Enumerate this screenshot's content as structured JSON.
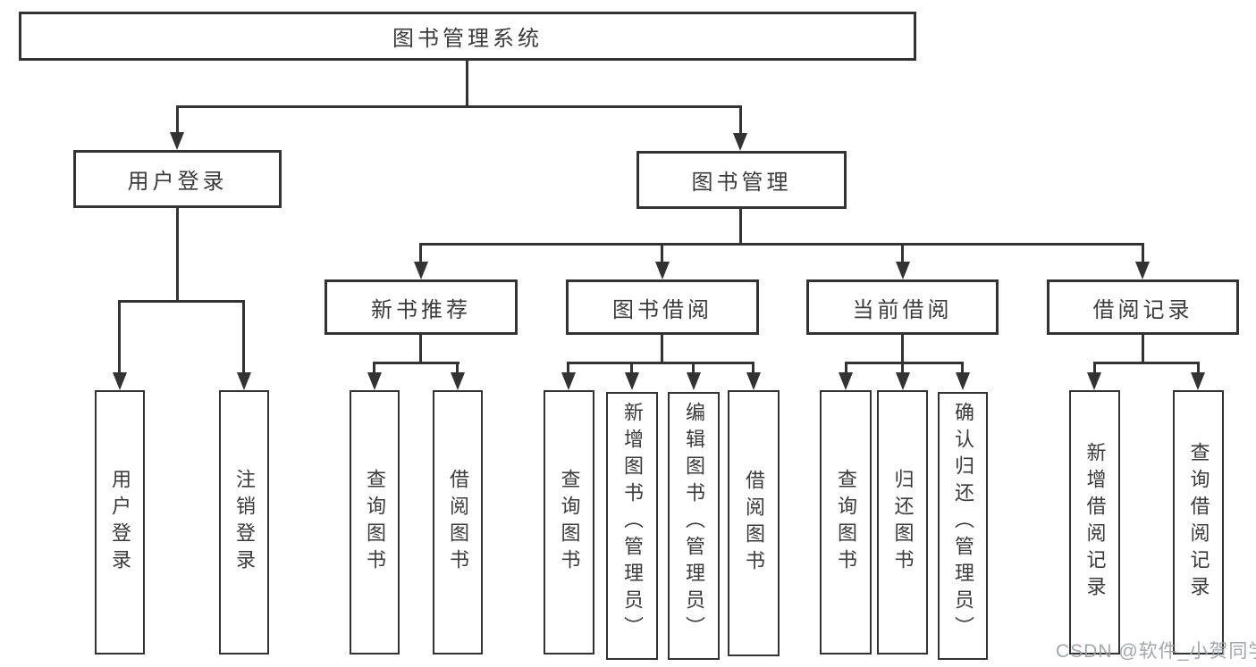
{
  "diagram": {
    "type": "hierarchy-tree",
    "tree": {
      "label": "图书管理系统",
      "children": [
        {
          "label": "用户登录",
          "children": [
            {
              "label": "用户登录"
            },
            {
              "label": "注销登录"
            }
          ]
        },
        {
          "label": "图书管理",
          "children": [
            {
              "label": "新书推荐",
              "children": [
                {
                  "label": "查询图书"
                },
                {
                  "label": "借阅图书"
                }
              ]
            },
            {
              "label": "图书借阅",
              "children": [
                {
                  "label": "查询图书"
                },
                {
                  "label": "新增图书（管理员）"
                },
                {
                  "label": "编辑图书（管理员）"
                },
                {
                  "label": "借阅图书"
                }
              ]
            },
            {
              "label": "当前借阅",
              "children": [
                {
                  "label": "查询图书"
                },
                {
                  "label": "归还图书"
                },
                {
                  "label": "确认归还（管理员）"
                }
              ]
            },
            {
              "label": "借阅记录",
              "children": [
                {
                  "label": "新增借阅记录"
                },
                {
                  "label": "查询借阅记录"
                }
              ]
            }
          ]
        }
      ]
    },
    "watermark": "CSDN @软件_小贺同学",
    "colors": {
      "line": "#333333",
      "text": "#3b3b3b",
      "background": "#ffffff",
      "watermark": "#9aa0a6"
    }
  }
}
